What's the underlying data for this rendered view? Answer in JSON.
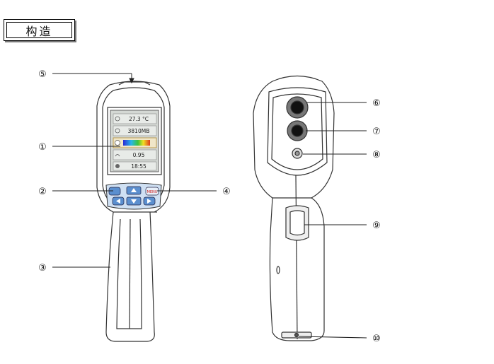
{
  "section_title": "构造",
  "screen": {
    "temperature": "27.3 °C",
    "storage": "3810MB",
    "emissivity": "0.95",
    "time": "18:55"
  },
  "button_labels": {
    "right": "MENU"
  },
  "callouts": [
    {
      "id": 1,
      "label": "①"
    },
    {
      "id": 2,
      "label": "②"
    },
    {
      "id": 3,
      "label": "③"
    },
    {
      "id": 4,
      "label": "④"
    },
    {
      "id": 5,
      "label": "⑤"
    },
    {
      "id": 6,
      "label": "⑥"
    },
    {
      "id": 7,
      "label": "⑦"
    },
    {
      "id": 8,
      "label": "⑧"
    },
    {
      "id": 9,
      "label": "⑨"
    },
    {
      "id": 10,
      "label": "⑩"
    }
  ],
  "colors": {
    "screen_bg": "#d4d8d4",
    "button_blue": "#5b8fcf",
    "palette_start": "#2b2bd6",
    "palette_end": "#e03a1e"
  }
}
